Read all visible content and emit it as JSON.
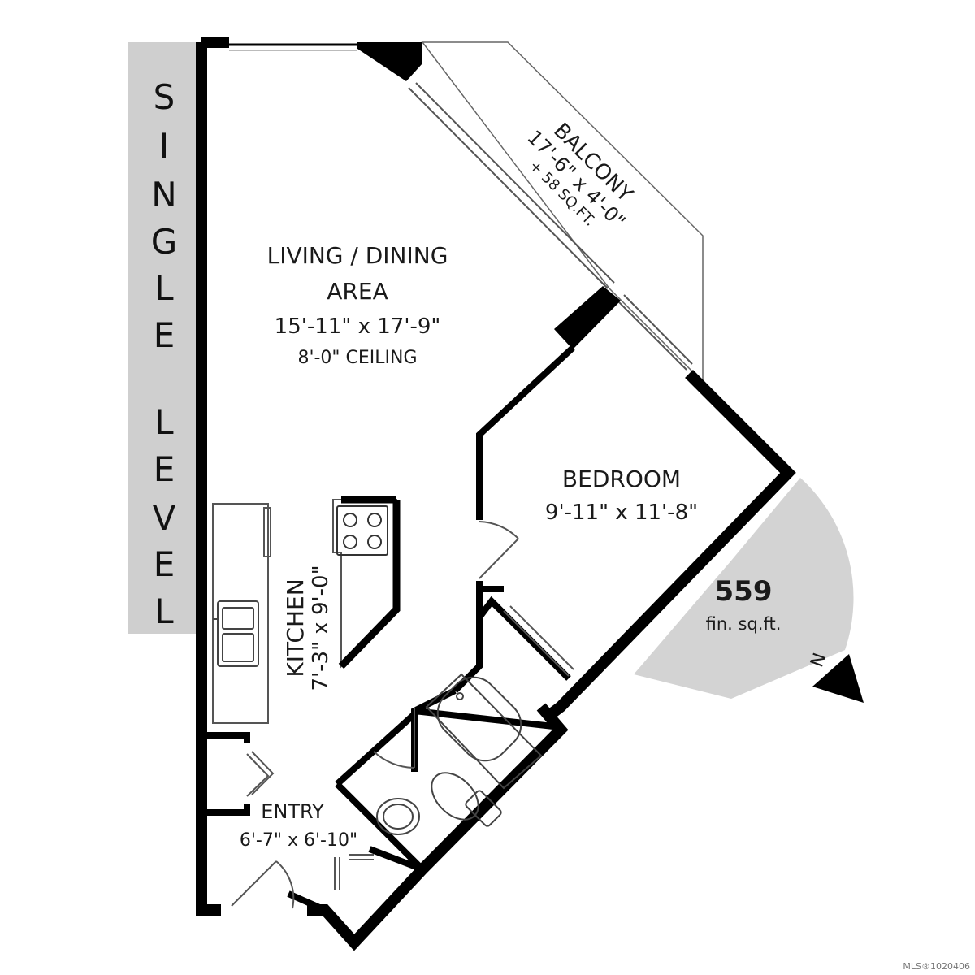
{
  "level_label": [
    "S",
    "I",
    "N",
    "G",
    "L",
    "E",
    "",
    "L",
    "E",
    "V",
    "E",
    "L"
  ],
  "rooms": {
    "living": {
      "name_line1": "LIVING / DINING",
      "name_line2": "AREA",
      "dim": "15'-11\" x 17'-9\"",
      "ceiling": "8'-0\" CEILING"
    },
    "bedroom": {
      "name": "BEDROOM",
      "dim": "9'-11\" x 11'-8\""
    },
    "kitchen": {
      "name": "KITCHEN",
      "dim": "7'-3\" x 9'-0\""
    },
    "entry": {
      "name": "ENTRY",
      "dim": "6'-7\" x 6'-10\""
    },
    "balcony": {
      "name": "BALCONY",
      "dim": "17'-6\" x 4'-0\"",
      "area": "+ 58 SQ.FT."
    }
  },
  "area": {
    "value": "559",
    "unit": "fin. sq.ft."
  },
  "compass": {
    "label": "N"
  },
  "watermark": "MLS®1020406",
  "colors": {
    "wall": "#000000",
    "band": "#cfcfcf",
    "disc": "#d3d3d3",
    "line": "#555555"
  }
}
